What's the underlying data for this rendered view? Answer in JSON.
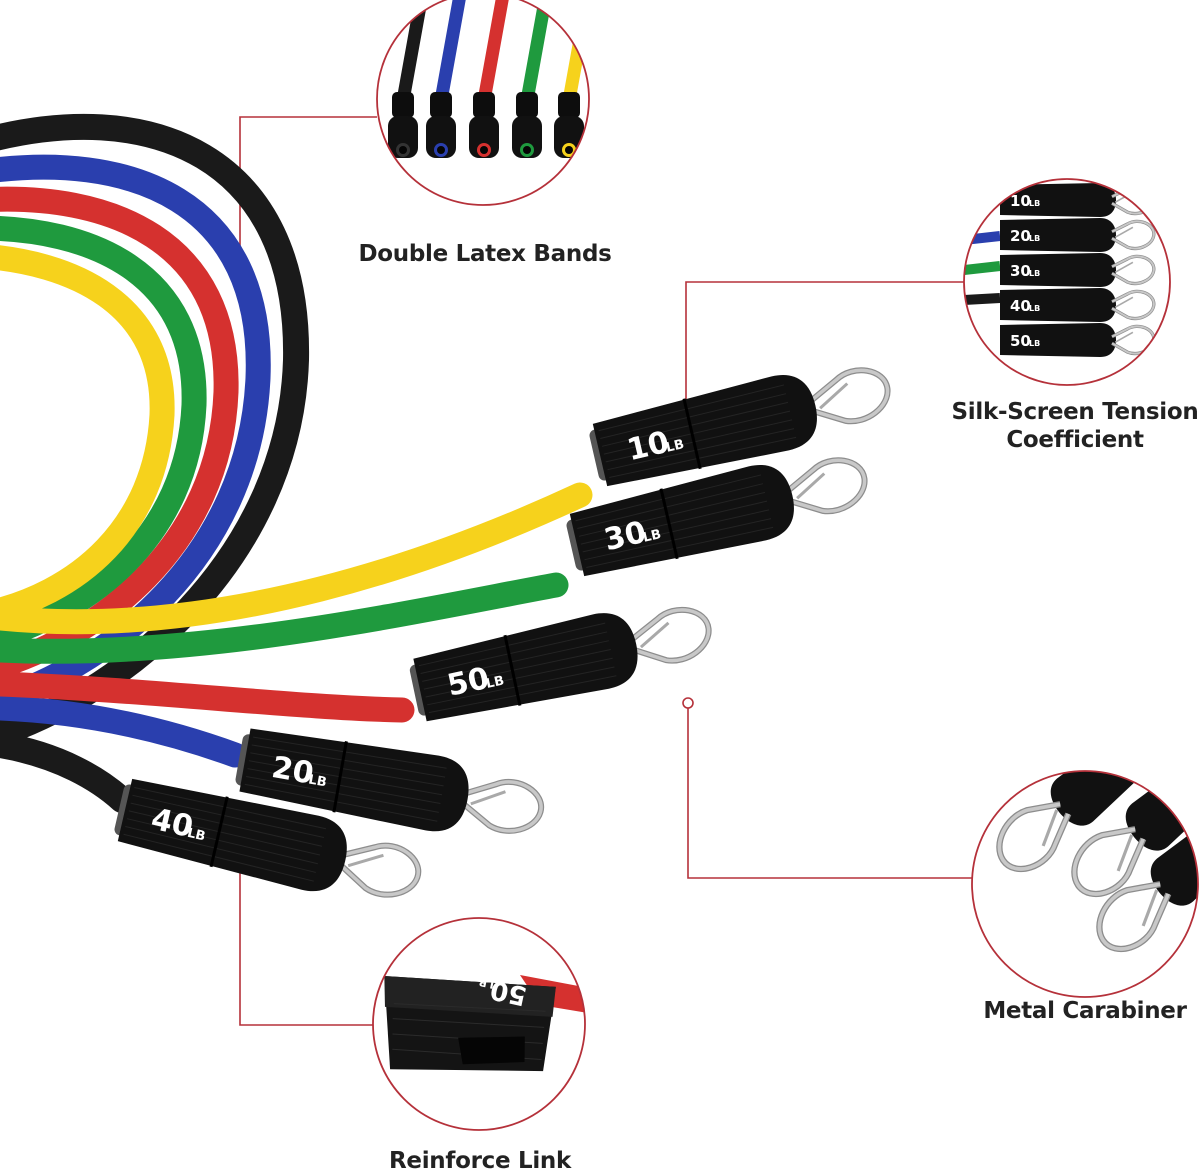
{
  "colors": {
    "callout_line": "#b5313a",
    "band_black": "#1a1a1a",
    "band_blue": "#2a3fae",
    "band_red": "#d5312f",
    "band_green": "#1f9a3e",
    "band_yellow": "#f6d21c",
    "webbing": "#111111",
    "carabiner": "#c8c8c8"
  },
  "labels": {
    "double_latex_bands": "Double Latex Bands",
    "tension_line1": "Silk-Screen Tension",
    "tension_line2": "Coefficient",
    "metal_carabiner": "Metal Carabiner",
    "reinforce_link": "Reinforce Link"
  },
  "handles": [
    {
      "band": "yellow",
      "value": "10",
      "unit": "LB"
    },
    {
      "band": "green",
      "value": "30",
      "unit": "LB"
    },
    {
      "band": "red",
      "value": "50",
      "unit": "LB"
    },
    {
      "band": "blue",
      "value": "20",
      "unit": "LB"
    },
    {
      "band": "black",
      "value": "40",
      "unit": "LB"
    }
  ],
  "tension_closeup": [
    {
      "value": "10",
      "unit": "LB"
    },
    {
      "value": "20",
      "unit": "LB"
    },
    {
      "value": "30",
      "unit": "LB"
    },
    {
      "value": "40",
      "unit": "LB"
    },
    {
      "value": "50",
      "unit": "LB"
    }
  ],
  "reinforce_closeup": {
    "value": "50",
    "unit": "LB"
  }
}
